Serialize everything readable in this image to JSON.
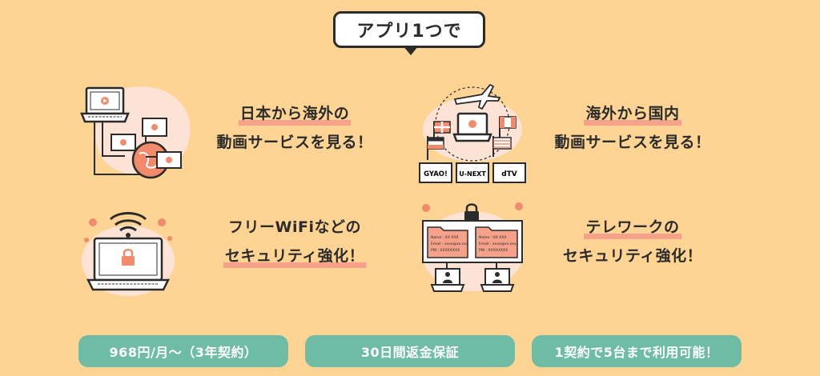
{
  "header": {
    "label": "アプリ1つで"
  },
  "features": [
    {
      "line1": "日本から海外の",
      "line2": "動画サービスを見る！",
      "icon": "globe-video-icon"
    },
    {
      "line1": "海外から国内",
      "line2": "動画サービスを見る！",
      "icon": "airplane-streaming-icon"
    },
    {
      "line1": "フリーWiFiなどの",
      "line2": "セキュリティ強化！",
      "icon": "wifi-lock-laptop-icon"
    },
    {
      "line1": "テレワークの",
      "line2": "セキュリティ強化！",
      "icon": "telework-folders-icon"
    }
  ],
  "services": [
    "GYAO!",
    "U-NEXT",
    "dTV"
  ],
  "folder_text": {
    "name": "Name : XX XXX",
    "email": "Email : xxxx@xx.xxx",
    "pw": "PW : XXXXXXXX"
  },
  "badges": [
    {
      "label": "968円/月～（3年契約）"
    },
    {
      "label": "30日間返金保証"
    },
    {
      "label": "1契約で5台まで利用可能！"
    }
  ],
  "colors": {
    "background": "#fdd493",
    "accent": "#f6a18a",
    "badge": "#6fbca5",
    "ink": "#2b2b2b"
  }
}
